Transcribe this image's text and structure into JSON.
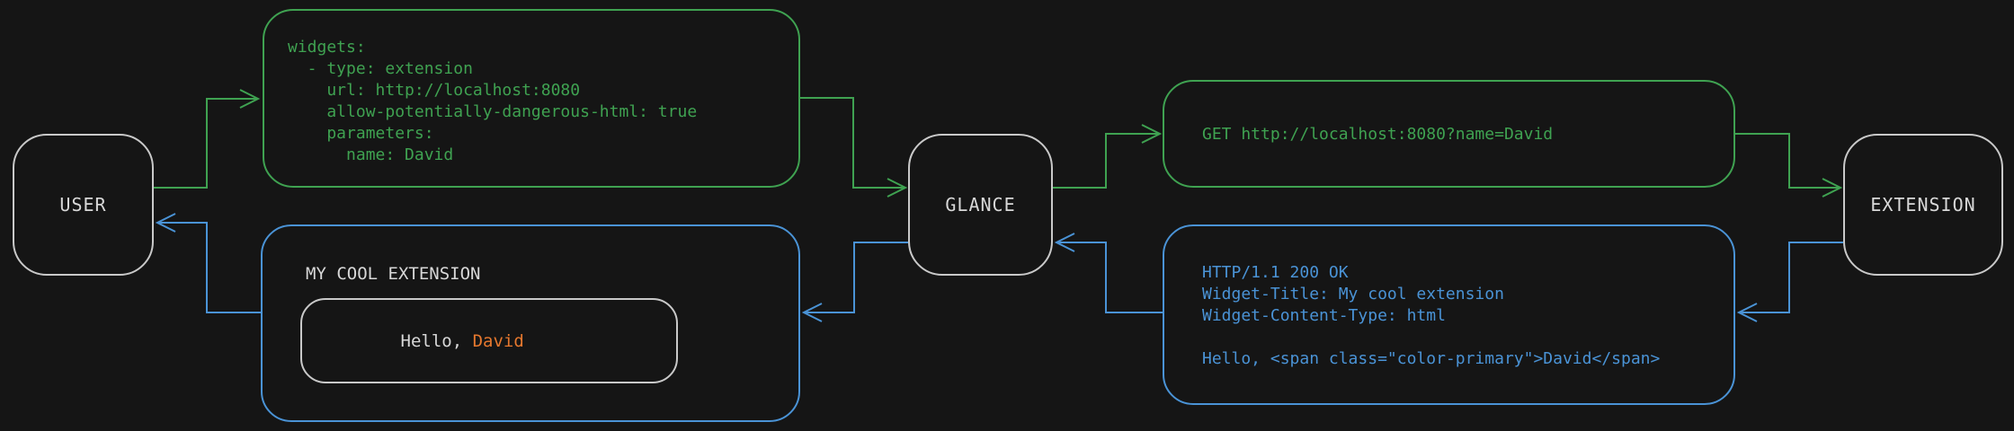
{
  "diagram": {
    "background": "#151515",
    "colors": {
      "request_accent": "#3fa251",
      "response_accent": "#4a93d6",
      "node_border": "#c9c9c9",
      "text": "#d8d8d8",
      "name_accent": "#e6782e"
    },
    "nodes": {
      "user": {
        "label": "USER"
      },
      "glance": {
        "label": "GLANCE"
      },
      "extension": {
        "label": "EXTENSION"
      }
    },
    "config_box": {
      "lines": [
        "widgets:",
        "  - type: extension",
        "    url: http://localhost:8080",
        "    allow-potentially-dangerous-html: true",
        "    parameters:",
        "      name: David"
      ]
    },
    "request_box": {
      "text": "GET http://localhost:8080?name=David"
    },
    "response_box": {
      "lines": [
        "HTTP/1.1 200 OK",
        "Widget-Title: My cool extension",
        "Widget-Content-Type: html",
        "",
        "Hello, <span class=\"color-primary\">David</span>"
      ]
    },
    "widget_box": {
      "title": "MY COOL EXTENSION",
      "greeting_prefix": "Hello, ",
      "greeting_name": "David"
    }
  }
}
